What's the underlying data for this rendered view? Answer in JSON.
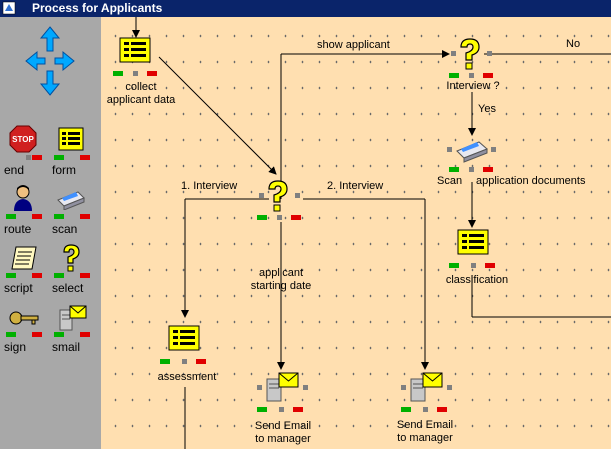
{
  "window": {
    "title": "Process for Applicants"
  },
  "palette": {
    "tools": [
      {
        "name": "end",
        "label": "end"
      },
      {
        "name": "form",
        "label": "form"
      },
      {
        "name": "route",
        "label": "route"
      },
      {
        "name": "scan",
        "label": "scan"
      },
      {
        "name": "script",
        "label": "script"
      },
      {
        "name": "select",
        "label": "select"
      },
      {
        "name": "sign",
        "label": "sign"
      },
      {
        "name": "smail",
        "label": "smail"
      }
    ],
    "stop_text": "STOP"
  },
  "nodes": {
    "collect": {
      "label1": "collect",
      "label2": "applicant data"
    },
    "interview_q": {
      "label": "Interview ?"
    },
    "scan": {
      "label_left": "Scan",
      "label_right": "application documents"
    },
    "classification": {
      "label": "classification"
    },
    "select_center": {},
    "applicant_date": {
      "label1": "applicant",
      "label2": "starting date"
    },
    "assessment": {
      "label": "assessment"
    },
    "email1": {
      "label1": "Send Email",
      "label2": "to manager"
    },
    "email2": {
      "label1": "Send Email",
      "label2": "to manager"
    }
  },
  "edges": {
    "show_applicant": "show applicant",
    "no": "No",
    "yes": "Yes",
    "interview1": "1. Interview",
    "interview2": "2. Interview"
  },
  "colors": {
    "canvas": "#ffdfb0",
    "palette": "#a8a8a8",
    "title": "#0a246a",
    "arrow": "#00a0ff",
    "form": "#ffff00"
  }
}
